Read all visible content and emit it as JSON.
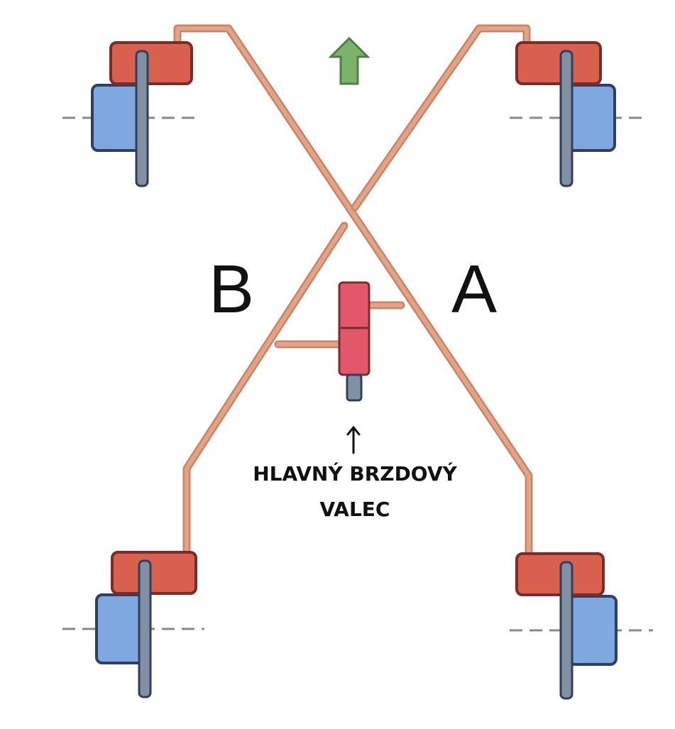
{
  "labels": {
    "circuit_left": "B",
    "circuit_right": "A"
  },
  "master_cylinder": {
    "caption_line1": "HLAVNÝ BRZDOVÝ",
    "caption_line2": "VALEC"
  },
  "colors": {
    "brake_line": "#e2a387",
    "brake_line_edge": "#c98467",
    "caliper": "#d9604f",
    "caliper_edge": "#7a2d28",
    "wheel": "#7fa7e0",
    "wheel_edge": "#2f3f5f",
    "axle_shaft": "#8390a2",
    "master_cylinder": "#e3576b",
    "direction_arrow": "#7cb26a",
    "text": "#111111"
  },
  "icons": {
    "direction": "arrow-up-icon",
    "pointer": "arrow-up-icon"
  }
}
